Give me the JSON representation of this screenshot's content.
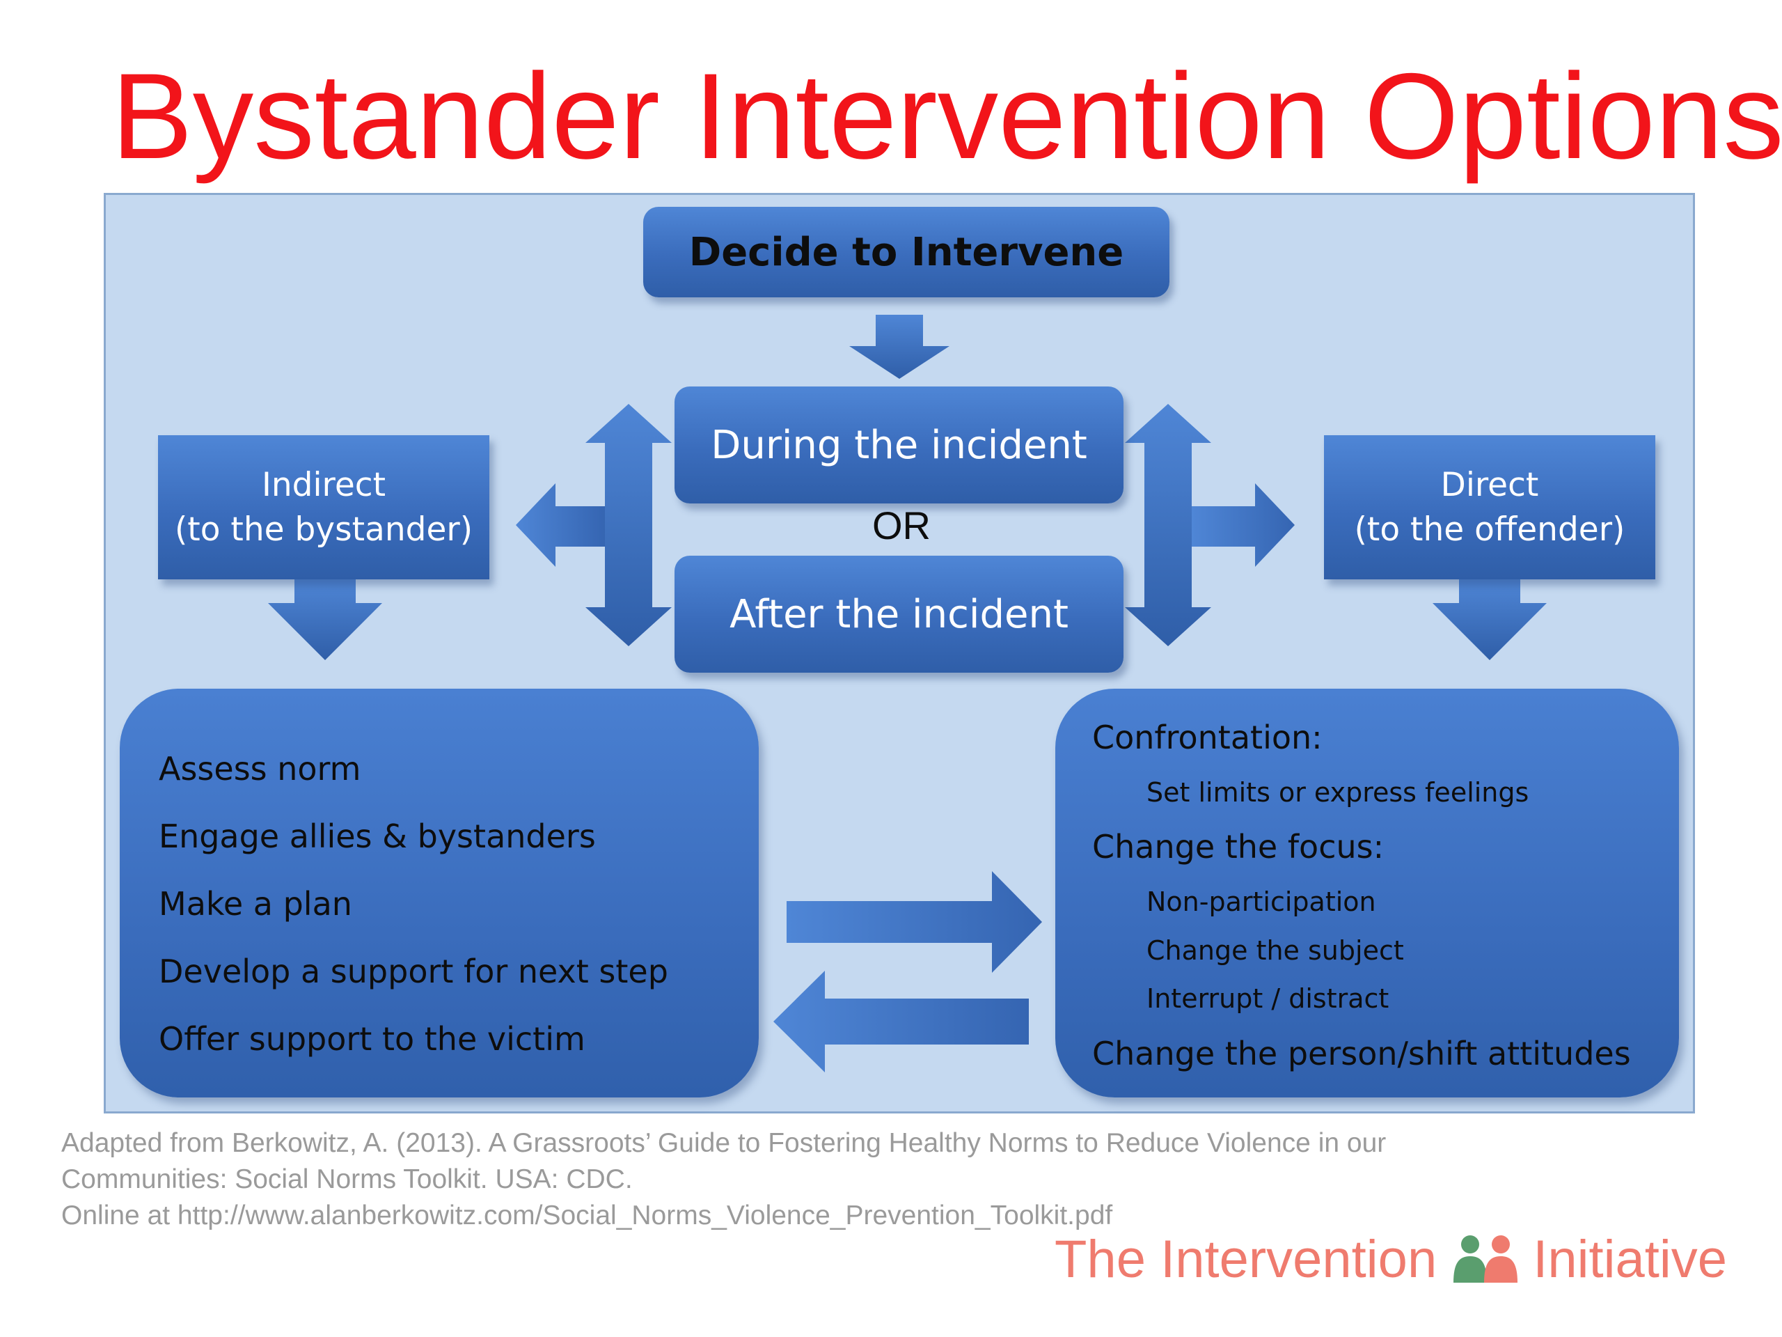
{
  "title": "Bystander Intervention Options",
  "diagram": {
    "decide": "Decide to Intervene",
    "during": "During the incident",
    "or": "OR",
    "after": "After the incident",
    "indirect": {
      "line1": "Indirect",
      "line2": "(to the bystander)"
    },
    "direct": {
      "line1": "Direct",
      "line2": "(to the offender)"
    },
    "indirect_items": [
      "Assess norm",
      "Engage allies & bystanders",
      "Make a plan",
      "Develop a support for next step",
      "Offer support to the victim"
    ],
    "direct_items": [
      {
        "text": "Confrontation:",
        "level": 0
      },
      {
        "text": "Set limits or express feelings",
        "level": 1
      },
      {
        "text": "Change the focus:",
        "level": 0
      },
      {
        "text": "Non-participation",
        "level": 1
      },
      {
        "text": "Change the subject",
        "level": 1
      },
      {
        "text": "Interrupt / distract",
        "level": 1
      },
      {
        "text": "Change the person/shift attitudes",
        "level": 0
      }
    ]
  },
  "footer": {
    "line1": "Adapted from Berkowitz, A. (2013). A Grassroots’ Guide to Fostering Healthy Norms to Reduce Violence in our",
    "line2": "Communities: Social Norms Toolkit.  USA: CDC.",
    "line3": "Online at http://www.alanberkowitz.com/Social_Norms_Violence_Prevention_Toolkit.pdf"
  },
  "brand": {
    "left": "The Intervention",
    "right": "Initiative"
  },
  "colors": {
    "title": "#f2141a",
    "panel": "#c5d9f0",
    "box": "#3a6cbc",
    "footer": "#9a9a9a",
    "brand": "#ef7b6e",
    "logo_green": "#5a9e6e",
    "logo_pink": "#ef7b6e"
  }
}
